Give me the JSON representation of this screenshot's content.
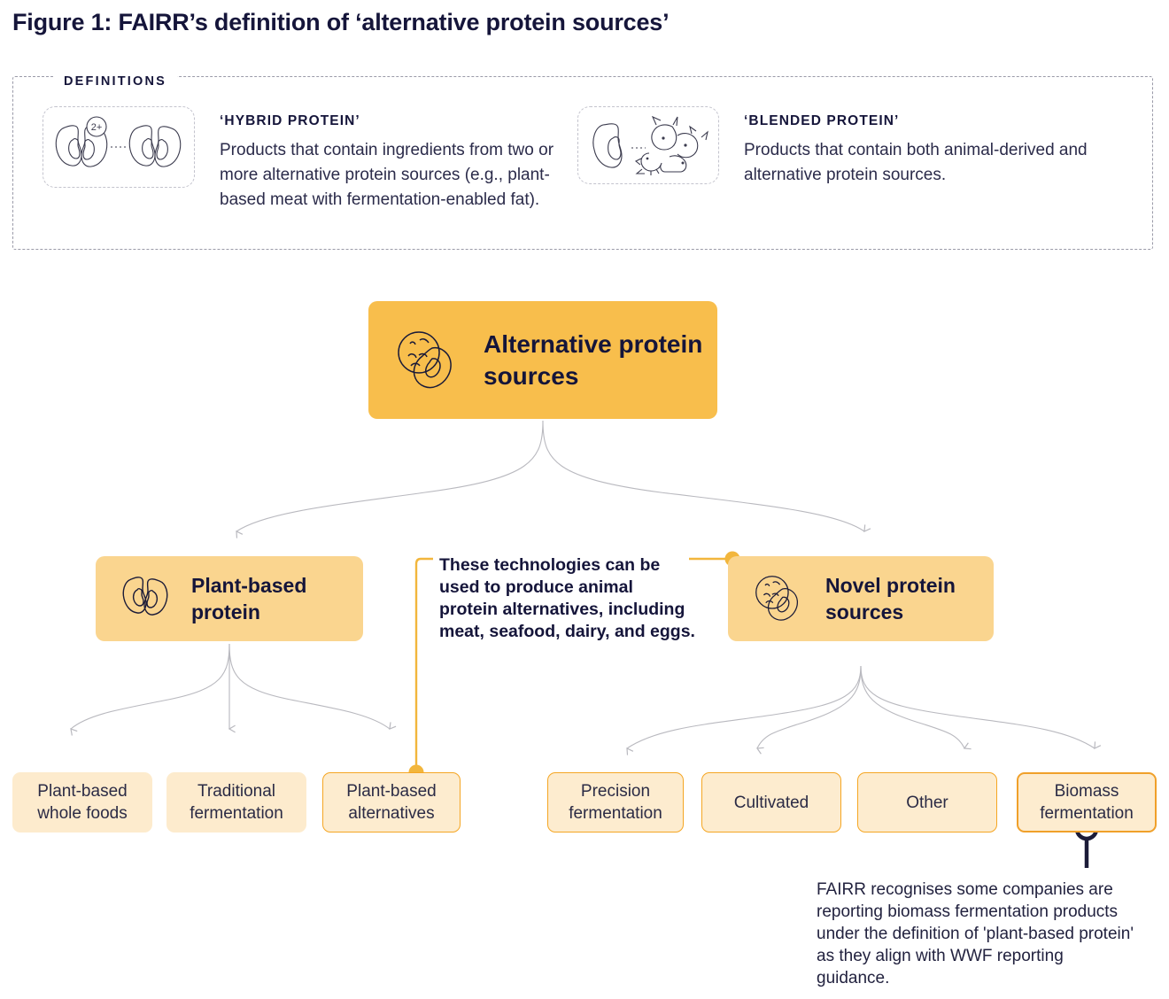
{
  "figure": {
    "title": "Figure 1: FAIRR’s definition of ‘alternative protein sources’"
  },
  "definitions": {
    "legend": "DEFINITIONS",
    "items": [
      {
        "icon": "two-beans-pair-2plus-icon",
        "term": "‘HYBRID PROTEIN’",
        "description": "Products that contain ingredients from two or more alternative protein sources (e.g., plant-based meat with fermentation-enabled fat)."
      },
      {
        "icon": "bean-and-farm-animals-icon",
        "term": "‘BLENDED PROTEIN’",
        "description": "Products that contain both animal-derived and alternative protein sources."
      }
    ]
  },
  "diagram": {
    "root": {
      "label": "Alternative protein sources",
      "icon": "petri-dish-bean-icon"
    },
    "branches": [
      {
        "label": "Plant-based protein",
        "icon": "two-beans-icon",
        "children": [
          {
            "label": "Plant-based whole foods",
            "highlighted": false
          },
          {
            "label": "Traditional fermentation",
            "highlighted": false
          },
          {
            "label": "Plant-based alternatives",
            "highlighted": true
          }
        ]
      },
      {
        "label": "Novel protein sources",
        "icon": "petri-dish-bean-icon",
        "children": [
          {
            "label": "Precision fermentation",
            "highlighted": true
          },
          {
            "label": "Cultivated",
            "highlighted": true
          },
          {
            "label": "Other",
            "highlighted": true
          },
          {
            "label": "Biomass fermentation",
            "highlighted": true
          }
        ]
      }
    ],
    "callout": {
      "text": "These technologies can be used to produce animal protein alternatives, including meat, seafood, dairy, and eggs."
    },
    "footnote": {
      "text": "FAIRR recognises some companies are reporting biomass fermentation products under the definition of 'plant-based protein' as they align with WWF reporting guidance."
    }
  },
  "colors": {
    "root_fill": "#F8BE4C",
    "level2_fill": "#FAD58F",
    "leaf_fill": "#FDEBCD",
    "accent_border": "#F5A623",
    "callout_line": "#F2B63C",
    "connector": "#B9B9BF",
    "text_dark": "#15153A",
    "pin": "#1B1B38"
  }
}
